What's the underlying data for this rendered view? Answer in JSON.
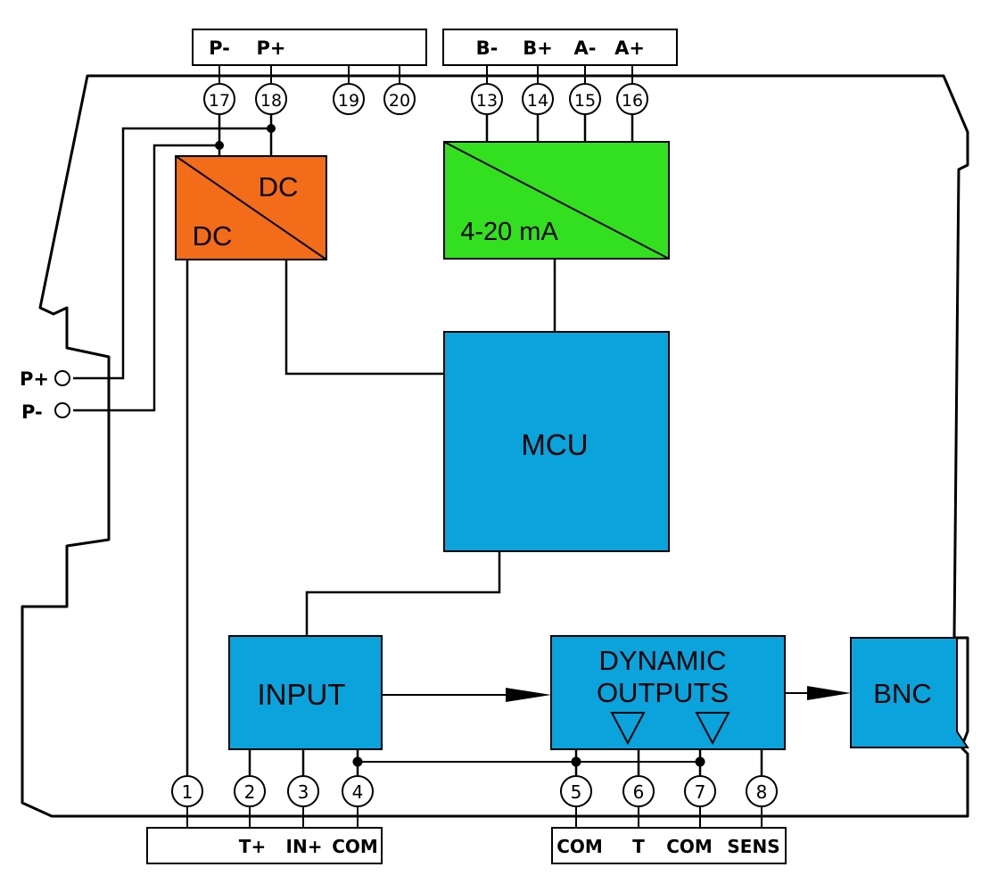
{
  "top_terminal_strip_left": {
    "labels": [
      "P-",
      "P+"
    ]
  },
  "top_terminal_strip_right": {
    "labels": [
      "B-",
      "B+",
      "A-",
      "A+"
    ]
  },
  "top_terminals": [
    "17",
    "18",
    "19",
    "20",
    "13",
    "14",
    "15",
    "16"
  ],
  "bottom_terminals": [
    "1",
    "2",
    "3",
    "4",
    "5",
    "6",
    "7",
    "8"
  ],
  "bottom_terminal_strip_left": {
    "labels": [
      "T+",
      "IN+",
      "COM"
    ]
  },
  "bottom_terminal_strip_right": {
    "labels": [
      "COM",
      "T",
      "COM",
      "SENS"
    ]
  },
  "blocks": {
    "dcdc": {
      "label_top": "DC",
      "label_bottom": "DC",
      "color": "#f26c1a"
    },
    "analog_out": {
      "label": "4-20 mA",
      "color": "#33e01f"
    },
    "mcu": {
      "label": "MCU",
      "color": "#0aa3dc"
    },
    "input": {
      "label": "INPUT",
      "color": "#0aa3dc"
    },
    "dynamic_outputs": {
      "label_line1": "DYNAMIC",
      "label_line2": "OUTPUTS",
      "color": "#0aa3dc"
    },
    "bnc": {
      "label": "BNC",
      "color": "#0aa3dc"
    }
  },
  "side_power": {
    "p_plus": "P+",
    "p_minus": "P-"
  }
}
